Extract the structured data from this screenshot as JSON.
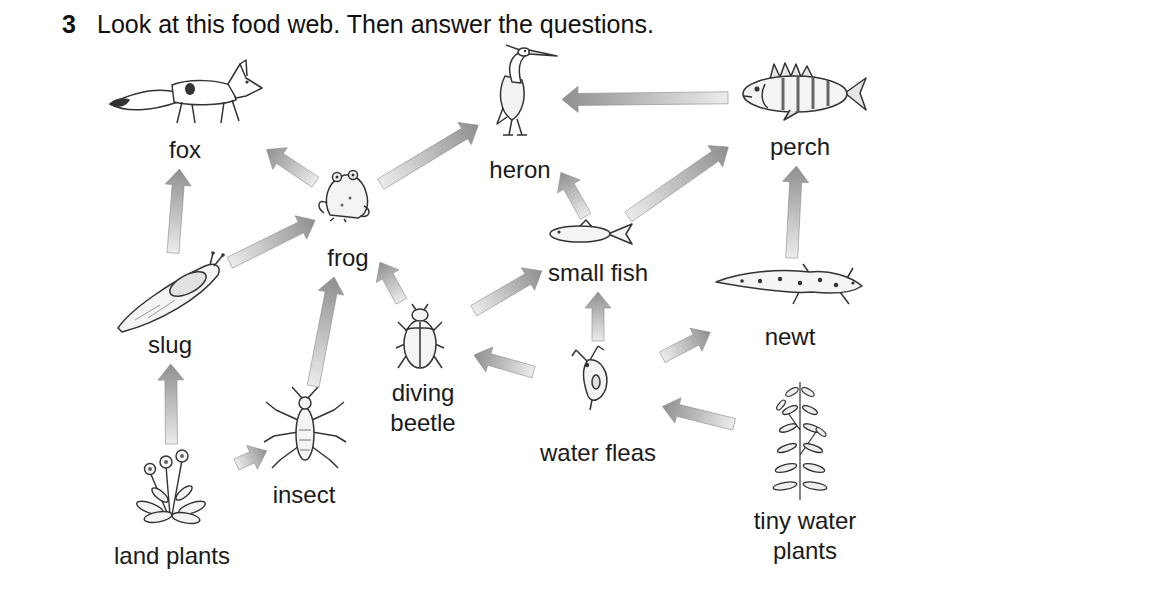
{
  "diagram": {
    "title": "Look at this food web. Then answer the questions.",
    "nodes": [
      {
        "text": [
          "fox"
        ]
      },
      {
        "text": [
          "heron"
        ]
      },
      {
        "text": [
          "perch"
        ]
      },
      {
        "text": [
          "frog"
        ]
      },
      {
        "text": [
          "small fish"
        ]
      },
      {
        "text": [
          "slug"
        ]
      },
      {
        "text": [
          "newt"
        ]
      },
      {
        "text": [
          "diving beetle"
        ]
      },
      {
        "text": [
          "water fleas"
        ]
      },
      {
        "text": [
          "insect"
        ]
      },
      {
        "text": [
          "land plants"
        ]
      },
      {
        "text": [
          "tiny water plants"
        ]
      }
    ],
    "edges": [
      {
        "from": 5,
        "to": 0,
        "arrow": "to"
      },
      {
        "from": 3,
        "to": 0,
        "arrow": "to"
      },
      {
        "from": 3,
        "to": 1,
        "arrow": "to"
      },
      {
        "from": 2,
        "to": 1,
        "arrow": "to"
      },
      {
        "from": 4,
        "to": 1,
        "arrow": "to"
      },
      {
        "from": 4,
        "to": 2,
        "arrow": "to"
      },
      {
        "from": 6,
        "to": 2,
        "arrow": "to"
      },
      {
        "from": 5,
        "to": 3,
        "arrow": "to"
      },
      {
        "from": 9,
        "to": 3,
        "arrow": "to"
      },
      {
        "from": 7,
        "to": 3,
        "arrow": "to"
      },
      {
        "from": 7,
        "to": 4,
        "arrow": "to"
      },
      {
        "from": 8,
        "to": 4,
        "arrow": "to"
      },
      {
        "from": 8,
        "to": 7,
        "arrow": "to"
      },
      {
        "from": 8,
        "to": 6,
        "arrow": "to"
      },
      {
        "from": 11,
        "to": 8,
        "arrow": "to"
      },
      {
        "from": 10,
        "to": 5,
        "arrow": "to"
      },
      {
        "from": 10,
        "to": 9,
        "arrow": "to"
      }
    ],
    "labels": [
      "3"
    ]
  }
}
